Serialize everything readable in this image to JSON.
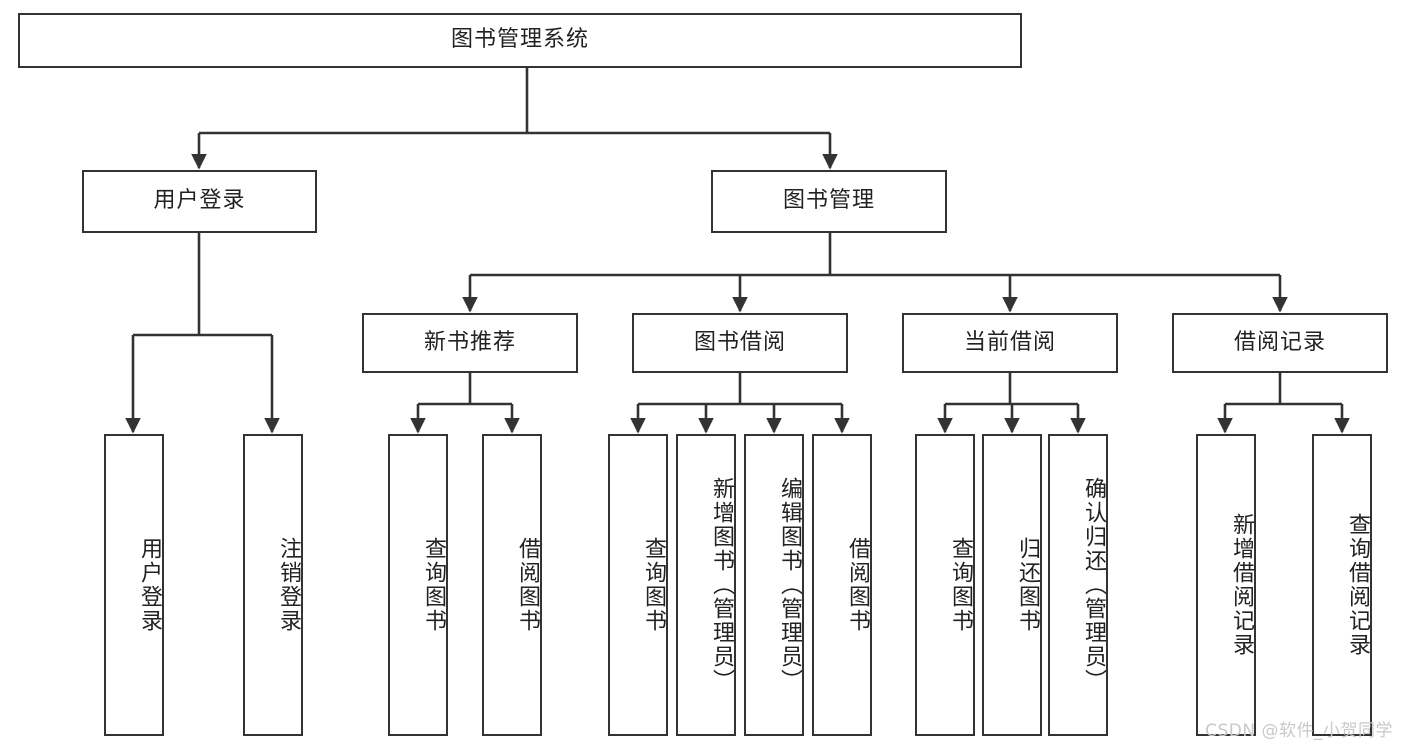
{
  "diagram": {
    "title": "图书管理系统",
    "type": "tree-hierarchy-diagram",
    "root": {
      "id": "root",
      "label": "图书管理系统"
    },
    "level2": [
      {
        "id": "user-login",
        "label": "用户登录"
      },
      {
        "id": "book-management",
        "label": "图书管理"
      }
    ],
    "level3": [
      {
        "id": "new-book-recommend",
        "label": "新书推荐"
      },
      {
        "id": "book-borrow",
        "label": "图书借阅"
      },
      {
        "id": "current-borrow",
        "label": "当前借阅"
      },
      {
        "id": "borrow-record",
        "label": "借阅记录"
      }
    ],
    "leaves": {
      "user_login": [
        {
          "id": "leaf-user-login",
          "label": "用户登录"
        },
        {
          "id": "leaf-logout-login",
          "label": "注销登录"
        }
      ],
      "new_book_recommend": [
        {
          "id": "leaf-query-book-1",
          "label": "查询图书"
        },
        {
          "id": "leaf-borrow-book-1",
          "label": "借阅图书"
        }
      ],
      "book_borrow": [
        {
          "id": "leaf-query-book-2",
          "label": "查询图书"
        },
        {
          "id": "leaf-add-book",
          "label": "新增图书（管理员）"
        },
        {
          "id": "leaf-edit-book",
          "label": "编辑图书（管理员）"
        },
        {
          "id": "leaf-borrow-book-2",
          "label": "借阅图书"
        }
      ],
      "current_borrow": [
        {
          "id": "leaf-query-book-3",
          "label": "查询图书"
        },
        {
          "id": "leaf-return-book",
          "label": "归还图书"
        },
        {
          "id": "leaf-confirm-return",
          "label": "确认归还（管理员）"
        }
      ],
      "borrow_record": [
        {
          "id": "leaf-add-record",
          "label": "新增借阅记录"
        },
        {
          "id": "leaf-query-record",
          "label": "查询借阅记录"
        }
      ]
    }
  },
  "watermark": {
    "text": "CSDN @软件_小贺同学"
  },
  "colors": {
    "stroke": "#333333",
    "background": "#ffffff",
    "text": "#222222",
    "watermark": "#c9c9c9"
  }
}
